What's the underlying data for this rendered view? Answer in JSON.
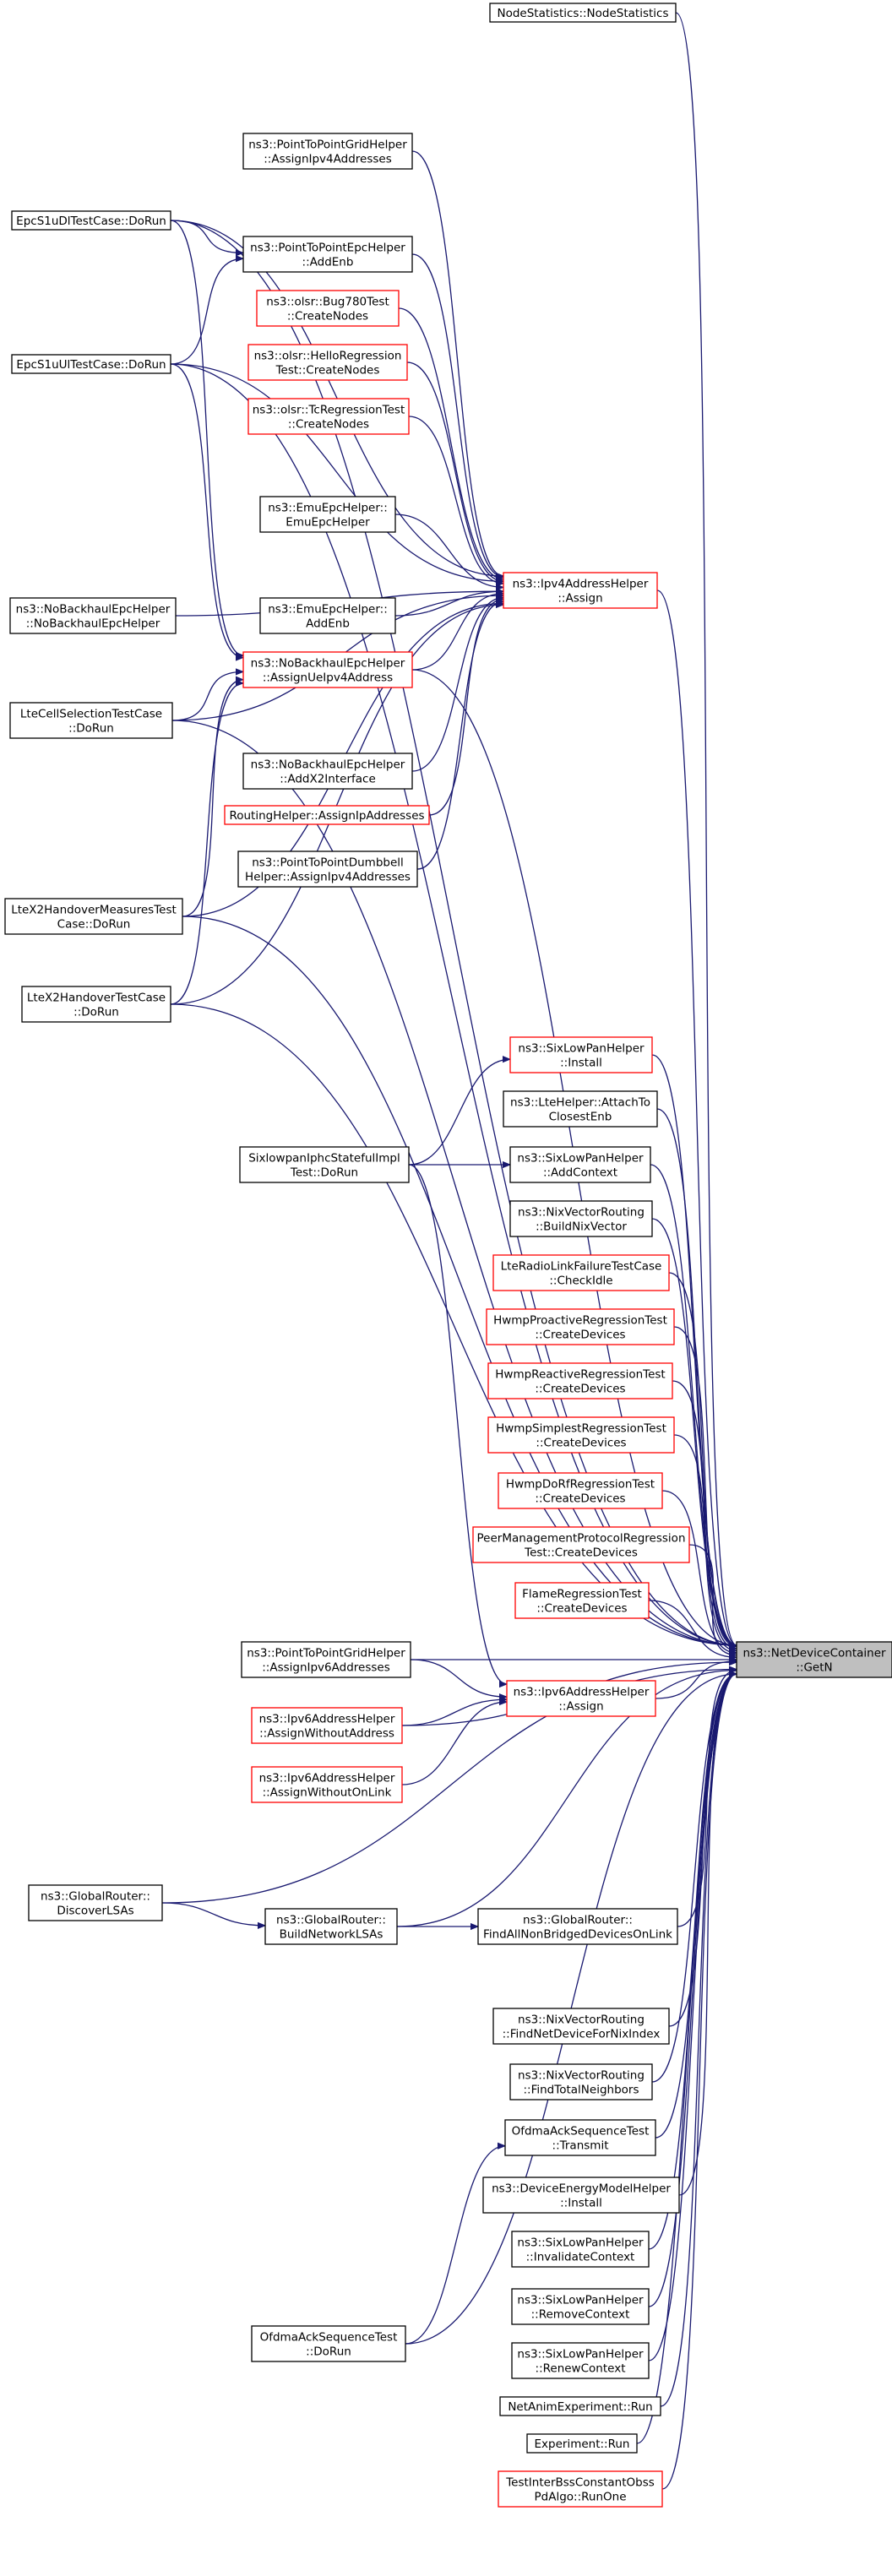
{
  "colors": {
    "edge": "#191970",
    "node_border": "#000000",
    "truncated_border": "#ff0000",
    "target_fill": "#bfbfbf"
  },
  "nodes": [
    {
      "id": "getn",
      "lines": [
        "ns3::NetDeviceContainer",
        "::GetN"
      ],
      "style": "target"
    },
    {
      "id": "nodestats",
      "lines": [
        "NodeStatistics::NodeStatistics"
      ],
      "style": "black"
    },
    {
      "id": "p2pgrid4",
      "lines": [
        "ns3::PointToPointGridHelper",
        "::AssignIpv4Addresses"
      ],
      "style": "black"
    },
    {
      "id": "epcdl",
      "lines": [
        "EpcS1uDlTestCase::DoRun"
      ],
      "style": "black"
    },
    {
      "id": "p2pepc",
      "lines": [
        "ns3::PointToPointEpcHelper",
        "::AddEnb"
      ],
      "style": "black"
    },
    {
      "id": "bug780",
      "lines": [
        "ns3::olsr::Bug780Test",
        "::CreateNodes"
      ],
      "style": "red"
    },
    {
      "id": "epcul",
      "lines": [
        "EpcS1uUlTestCase::DoRun"
      ],
      "style": "black"
    },
    {
      "id": "hello",
      "lines": [
        "ns3::olsr::HelloRegression",
        "Test::CreateNodes"
      ],
      "style": "red"
    },
    {
      "id": "tcreg",
      "lines": [
        "ns3::olsr::TcRegressionTest",
        "::CreateNodes"
      ],
      "style": "red"
    },
    {
      "id": "emuctor",
      "lines": [
        "ns3::EmuEpcHelper::",
        "EmuEpcHelper"
      ],
      "style": "black"
    },
    {
      "id": "ipv4assign",
      "lines": [
        "ns3::Ipv4AddressHelper",
        "::Assign"
      ],
      "style": "red"
    },
    {
      "id": "nobackctor",
      "lines": [
        "ns3::NoBackhaulEpcHelper",
        "::NoBackhaulEpcHelper"
      ],
      "style": "black"
    },
    {
      "id": "emuaddenb",
      "lines": [
        "ns3::EmuEpcHelper::",
        "AddEnb"
      ],
      "style": "black"
    },
    {
      "id": "nobackue",
      "lines": [
        "ns3::NoBackhaulEpcHelper",
        "::AssignUeIpv4Address"
      ],
      "style": "red"
    },
    {
      "id": "ltecell",
      "lines": [
        "LteCellSelectionTestCase",
        "::DoRun"
      ],
      "style": "black"
    },
    {
      "id": "nobackx2",
      "lines": [
        "ns3::NoBackhaulEpcHelper",
        "::AddX2Interface"
      ],
      "style": "black"
    },
    {
      "id": "routing",
      "lines": [
        "RoutingHelper::AssignIpAddresses"
      ],
      "style": "red"
    },
    {
      "id": "dumbbell",
      "lines": [
        "ns3::PointToPointDumbbell",
        "Helper::AssignIpv4Addresses"
      ],
      "style": "black"
    },
    {
      "id": "x2meas",
      "lines": [
        "LteX2HandoverMeasuresTest",
        "Case::DoRun"
      ],
      "style": "black"
    },
    {
      "id": "x2ho",
      "lines": [
        "LteX2HandoverTestCase",
        "::DoRun"
      ],
      "style": "black"
    },
    {
      "id": "sixinstall",
      "lines": [
        "ns3::SixLowPanHelper",
        "::Install"
      ],
      "style": "red"
    },
    {
      "id": "lteattach",
      "lines": [
        "ns3::LteHelper::AttachTo",
        "ClosestEnb"
      ],
      "style": "black"
    },
    {
      "id": "sixlowpan",
      "lines": [
        "SixlowpanIphcStatefulImpl",
        "Test::DoRun"
      ],
      "style": "black"
    },
    {
      "id": "sixaddctx",
      "lines": [
        "ns3::SixLowPanHelper",
        "::AddContext"
      ],
      "style": "black"
    },
    {
      "id": "nixbuild",
      "lines": [
        "ns3::NixVectorRouting",
        "::BuildNixVector"
      ],
      "style": "black"
    },
    {
      "id": "rlf",
      "lines": [
        "LteRadioLinkFailureTestCase",
        "::CheckIdle"
      ],
      "style": "red"
    },
    {
      "id": "hwmpproact",
      "lines": [
        "HwmpProactiveRegressionTest",
        "::CreateDevices"
      ],
      "style": "red"
    },
    {
      "id": "hwmpreact",
      "lines": [
        "HwmpReactiveRegressionTest",
        "::CreateDevices"
      ],
      "style": "red"
    },
    {
      "id": "hwmpsimple",
      "lines": [
        "HwmpSimplestRegressionTest",
        "::CreateDevices"
      ],
      "style": "red"
    },
    {
      "id": "hwmpdorf",
      "lines": [
        "HwmpDoRfRegressionTest",
        "::CreateDevices"
      ],
      "style": "red"
    },
    {
      "id": "peermgmt",
      "lines": [
        "PeerManagementProtocolRegression",
        "Test::CreateDevices"
      ],
      "style": "red"
    },
    {
      "id": "flame",
      "lines": [
        "FlameRegressionTest",
        "::CreateDevices"
      ],
      "style": "red"
    },
    {
      "id": "p2pgrid6",
      "lines": [
        "ns3::PointToPointGridHelper",
        "::AssignIpv6Addresses"
      ],
      "style": "black"
    },
    {
      "id": "ipv6assign",
      "lines": [
        "ns3::Ipv6AddressHelper",
        "::Assign"
      ],
      "style": "red"
    },
    {
      "id": "ipv6woaddr",
      "lines": [
        "ns3::Ipv6AddressHelper",
        "::AssignWithoutAddress"
      ],
      "style": "red"
    },
    {
      "id": "ipv6wolink",
      "lines": [
        "ns3::Ipv6AddressHelper",
        "::AssignWithoutOnLink"
      ],
      "style": "red"
    },
    {
      "id": "grdiscover",
      "lines": [
        "ns3::GlobalRouter::",
        "DiscoverLSAs"
      ],
      "style": "black"
    },
    {
      "id": "grbuild",
      "lines": [
        "ns3::GlobalRouter::",
        "BuildNetworkLSAs"
      ],
      "style": "black"
    },
    {
      "id": "grfind",
      "lines": [
        "ns3::GlobalRouter::",
        "FindAllNonBridgedDevicesOnLink"
      ],
      "style": "black"
    },
    {
      "id": "nixfinddev",
      "lines": [
        "ns3::NixVectorRouting",
        "::FindNetDeviceForNixIndex"
      ],
      "style": "black"
    },
    {
      "id": "nixfindtot",
      "lines": [
        "ns3::NixVectorRouting",
        "::FindTotalNeighbors"
      ],
      "style": "black"
    },
    {
      "id": "ofdmatx",
      "lines": [
        "OfdmaAckSequenceTest",
        "::Transmit"
      ],
      "style": "black"
    },
    {
      "id": "devenergy",
      "lines": [
        "ns3::DeviceEnergyModelHelper",
        "::Install"
      ],
      "style": "black"
    },
    {
      "id": "sixinval",
      "lines": [
        "ns3::SixLowPanHelper",
        "::InvalidateContext"
      ],
      "style": "black"
    },
    {
      "id": "ofdmadorun",
      "lines": [
        "OfdmaAckSequenceTest",
        "::DoRun"
      ],
      "style": "black"
    },
    {
      "id": "sixremove",
      "lines": [
        "ns3::SixLowPanHelper",
        "::RemoveContext"
      ],
      "style": "black"
    },
    {
      "id": "sixrenew",
      "lines": [
        "ns3::SixLowPanHelper",
        "::RenewContext"
      ],
      "style": "black"
    },
    {
      "id": "netanim",
      "lines": [
        "NetAnimExperiment::Run"
      ],
      "style": "black"
    },
    {
      "id": "experiment",
      "lines": [
        "Experiment::Run"
      ],
      "style": "black"
    },
    {
      "id": "interbss",
      "lines": [
        "TestInterBssConstantObss",
        "PdAlgo::RunOne"
      ],
      "style": "red"
    }
  ],
  "edges": [
    [
      "nodestats",
      "getn"
    ],
    [
      "epcdl",
      "getn"
    ],
    [
      "epcul",
      "getn"
    ],
    [
      "nobackue",
      "getn"
    ],
    [
      "ipv4assign",
      "getn"
    ],
    [
      "ltecell",
      "getn"
    ],
    [
      "x2meas",
      "getn"
    ],
    [
      "x2ho",
      "getn"
    ],
    [
      "sixinstall",
      "getn"
    ],
    [
      "lteattach",
      "getn"
    ],
    [
      "sixaddctx",
      "getn"
    ],
    [
      "nixbuild",
      "getn"
    ],
    [
      "rlf",
      "getn"
    ],
    [
      "hwmpproact",
      "getn"
    ],
    [
      "hwmpreact",
      "getn"
    ],
    [
      "hwmpsimple",
      "getn"
    ],
    [
      "hwmpdorf",
      "getn"
    ],
    [
      "peermgmt",
      "getn"
    ],
    [
      "flame",
      "getn"
    ],
    [
      "p2pgrid6",
      "getn"
    ],
    [
      "ipv6assign",
      "getn"
    ],
    [
      "ipv6woaddr",
      "getn"
    ],
    [
      "grdiscover",
      "getn"
    ],
    [
      "grbuild",
      "getn"
    ],
    [
      "grfind",
      "getn"
    ],
    [
      "nixfinddev",
      "getn"
    ],
    [
      "nixfindtot",
      "getn"
    ],
    [
      "ofdmatx",
      "getn"
    ],
    [
      "devenergy",
      "getn"
    ],
    [
      "sixinval",
      "getn"
    ],
    [
      "sixremove",
      "getn"
    ],
    [
      "sixrenew",
      "getn"
    ],
    [
      "netanim",
      "getn"
    ],
    [
      "experiment",
      "getn"
    ],
    [
      "interbss",
      "getn"
    ],
    [
      "ofdmadorun",
      "getn"
    ],
    [
      "p2pgrid4",
      "ipv4assign"
    ],
    [
      "epcdl",
      "ipv4assign"
    ],
    [
      "p2pepc",
      "ipv4assign"
    ],
    [
      "bug780",
      "ipv4assign"
    ],
    [
      "epcul",
      "ipv4assign"
    ],
    [
      "hello",
      "ipv4assign"
    ],
    [
      "tcreg",
      "ipv4assign"
    ],
    [
      "emuctor",
      "ipv4assign"
    ],
    [
      "nobackctor",
      "ipv4assign"
    ],
    [
      "emuaddenb",
      "ipv4assign"
    ],
    [
      "nobackue",
      "ipv4assign"
    ],
    [
      "ltecell",
      "ipv4assign"
    ],
    [
      "nobackx2",
      "ipv4assign"
    ],
    [
      "routing",
      "ipv4assign"
    ],
    [
      "dumbbell",
      "ipv4assign"
    ],
    [
      "x2meas",
      "ipv4assign"
    ],
    [
      "x2ho",
      "ipv4assign"
    ],
    [
      "epcdl",
      "p2pepc"
    ],
    [
      "epcul",
      "p2pepc"
    ],
    [
      "epcdl",
      "nobackue"
    ],
    [
      "epcul",
      "nobackue"
    ],
    [
      "ltecell",
      "nobackue"
    ],
    [
      "x2meas",
      "nobackue"
    ],
    [
      "x2ho",
      "nobackue"
    ],
    [
      "sixlowpan",
      "sixinstall"
    ],
    [
      "sixlowpan",
      "sixaddctx"
    ],
    [
      "sixlowpan",
      "ipv6assign"
    ],
    [
      "p2pgrid6",
      "ipv6assign"
    ],
    [
      "ipv6woaddr",
      "ipv6assign"
    ],
    [
      "ipv6wolink",
      "ipv6assign"
    ],
    [
      "grdiscover",
      "grbuild"
    ],
    [
      "grbuild",
      "grfind"
    ],
    [
      "ofdmadorun",
      "ofdmatx"
    ]
  ]
}
